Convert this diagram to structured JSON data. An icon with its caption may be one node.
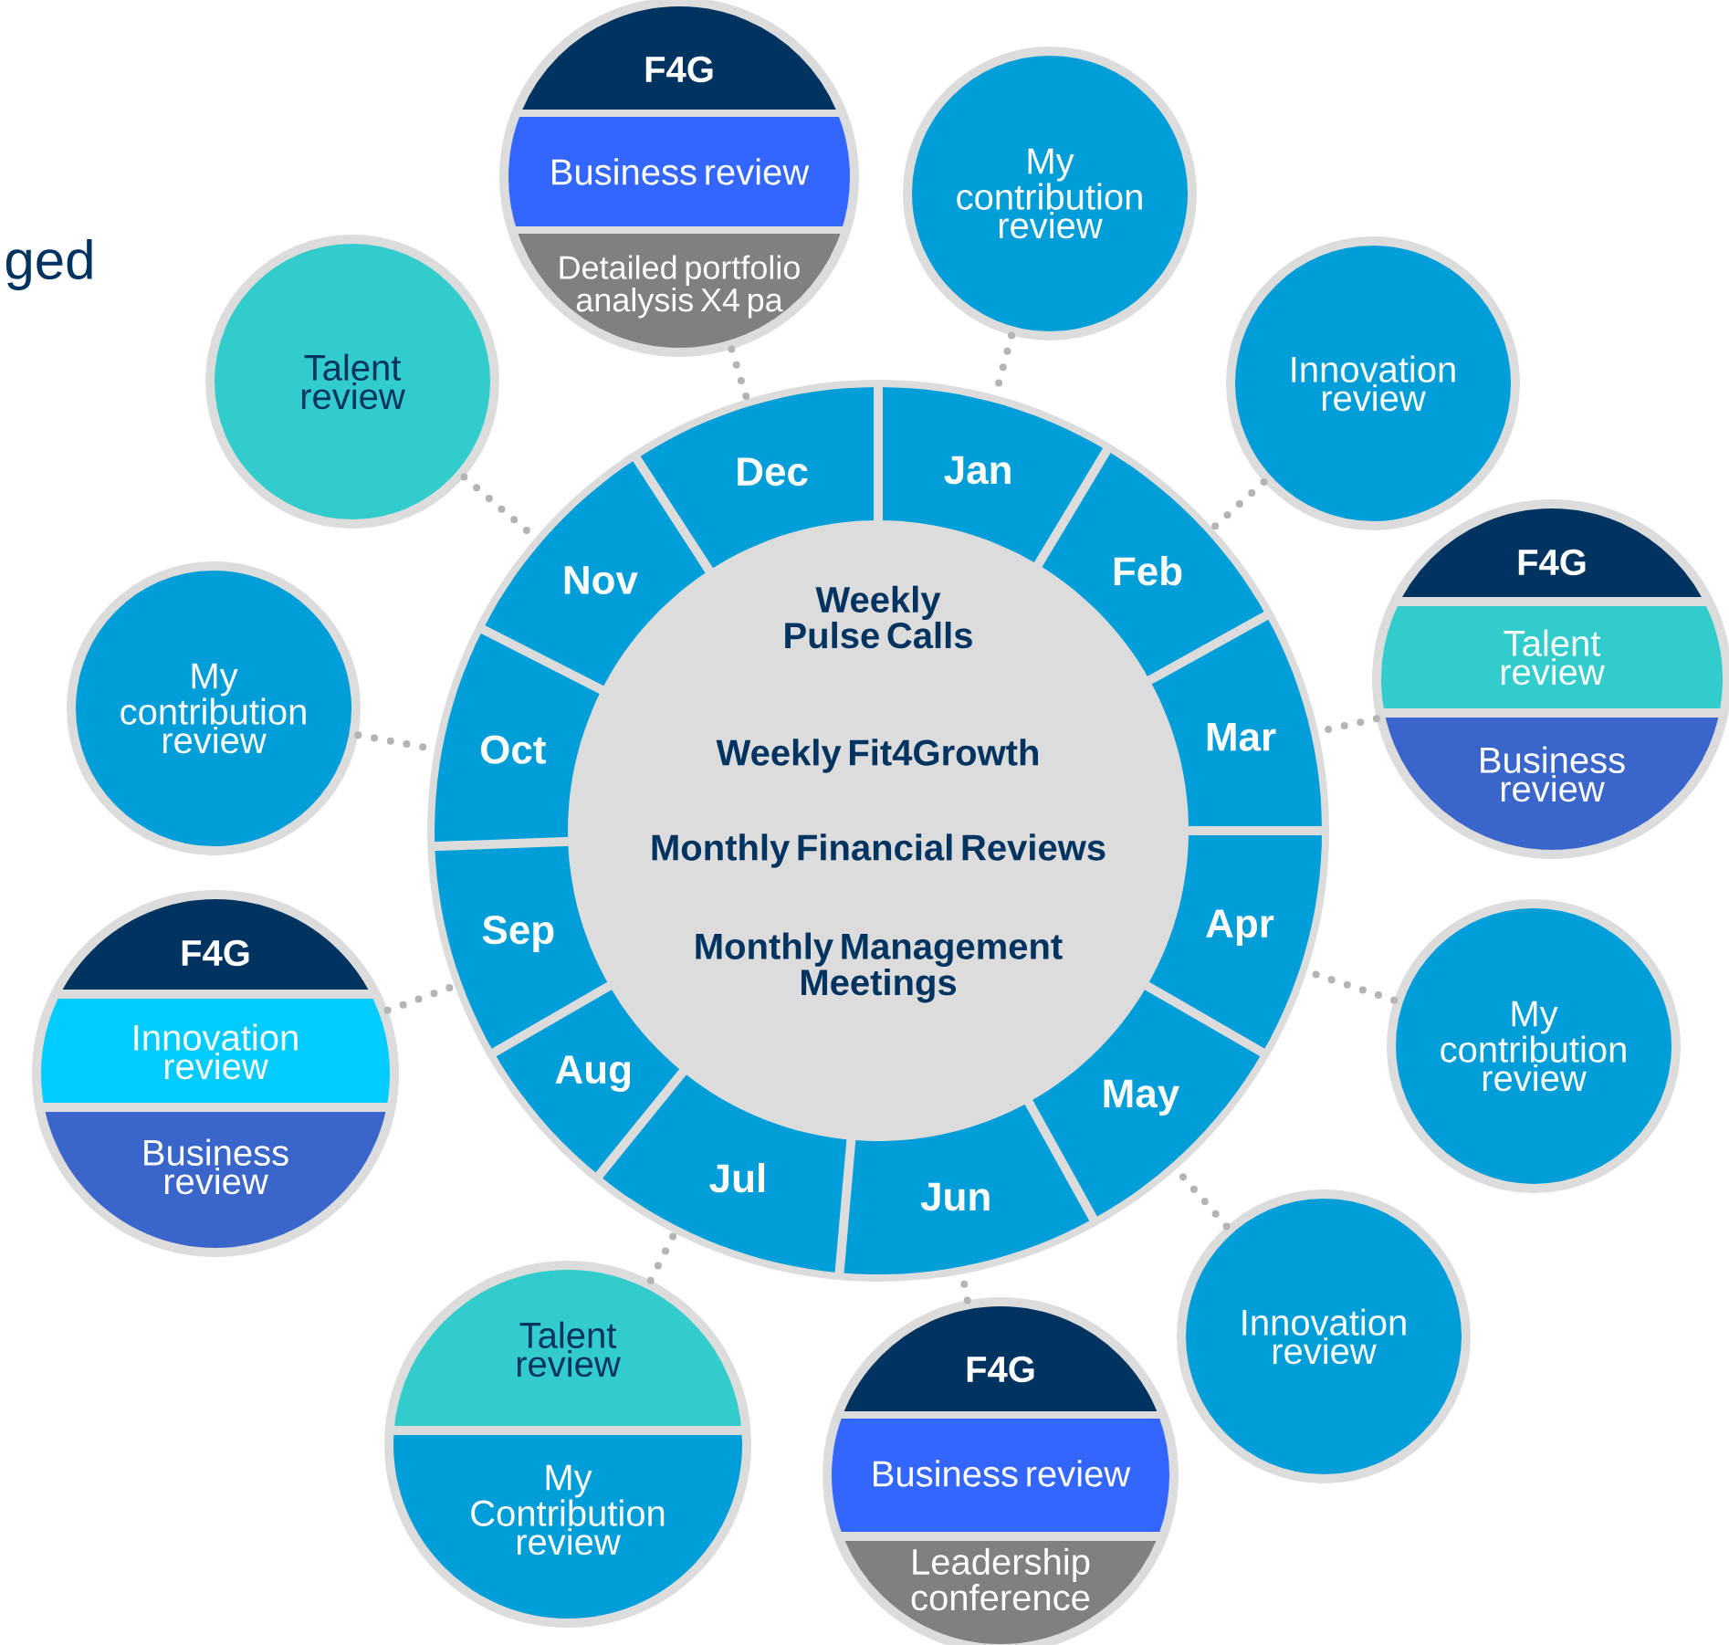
{
  "diagram": {
    "nodes": [
      {
        "text": [
          "Weekly Pulse Calls",
          "Weekly Fit4Growth",
          "Monthly Financial Reviews",
          "Monthly Management Meetings"
        ]
      },
      {
        "text": [
          "Jan"
        ]
      },
      {
        "text": [
          "Feb"
        ]
      },
      {
        "text": [
          "Mar"
        ]
      },
      {
        "text": [
          "Apr"
        ]
      },
      {
        "text": [
          "May"
        ]
      },
      {
        "text": [
          "Jun"
        ]
      },
      {
        "text": [
          "Jul"
        ]
      },
      {
        "text": [
          "Aug"
        ]
      },
      {
        "text": [
          "Sep"
        ]
      },
      {
        "text": [
          "Oct"
        ]
      },
      {
        "text": [
          "Nov"
        ]
      },
      {
        "text": [
          "Dec"
        ]
      },
      {
        "text": [
          "F4G",
          "Business review",
          "Detailed portfolio analysis X4 pa"
        ]
      },
      {
        "text": [
          "My contribution review"
        ]
      },
      {
        "text": [
          "Innovation review"
        ]
      },
      {
        "text": [
          "F4G",
          "Talent review",
          "Business review"
        ]
      },
      {
        "text": [
          "My contribution review"
        ]
      },
      {
        "text": [
          "Innovation review"
        ]
      },
      {
        "text": [
          "F4G",
          "Business review",
          "Leadership conference"
        ]
      },
      {
        "text": [
          "Talent review",
          "My Contribution review"
        ]
      },
      {
        "text": [
          "F4G",
          "Innovation review",
          "Business review"
        ]
      },
      {
        "text": [
          "My contribution review"
        ]
      },
      {
        "text": [
          "Talent review"
        ]
      }
    ],
    "edges": [
      {
        "from": 13,
        "to": 12,
        "arrow": "none"
      },
      {
        "from": 14,
        "to": 1,
        "arrow": "none"
      },
      {
        "from": 15,
        "to": 2,
        "arrow": "none"
      },
      {
        "from": 16,
        "to": 3,
        "arrow": "none"
      },
      {
        "from": 17,
        "to": 4,
        "arrow": "none"
      },
      {
        "from": 18,
        "to": 5,
        "arrow": "none"
      },
      {
        "from": 19,
        "to": 6,
        "arrow": "none"
      },
      {
        "from": 20,
        "to": 7,
        "arrow": "none"
      },
      {
        "from": 21,
        "to": 9,
        "arrow": "none"
      },
      {
        "from": 22,
        "to": 10,
        "arrow": "none"
      },
      {
        "from": 23,
        "to": 11,
        "arrow": "none"
      }
    ],
    "labels": [
      "ged"
    ]
  }
}
